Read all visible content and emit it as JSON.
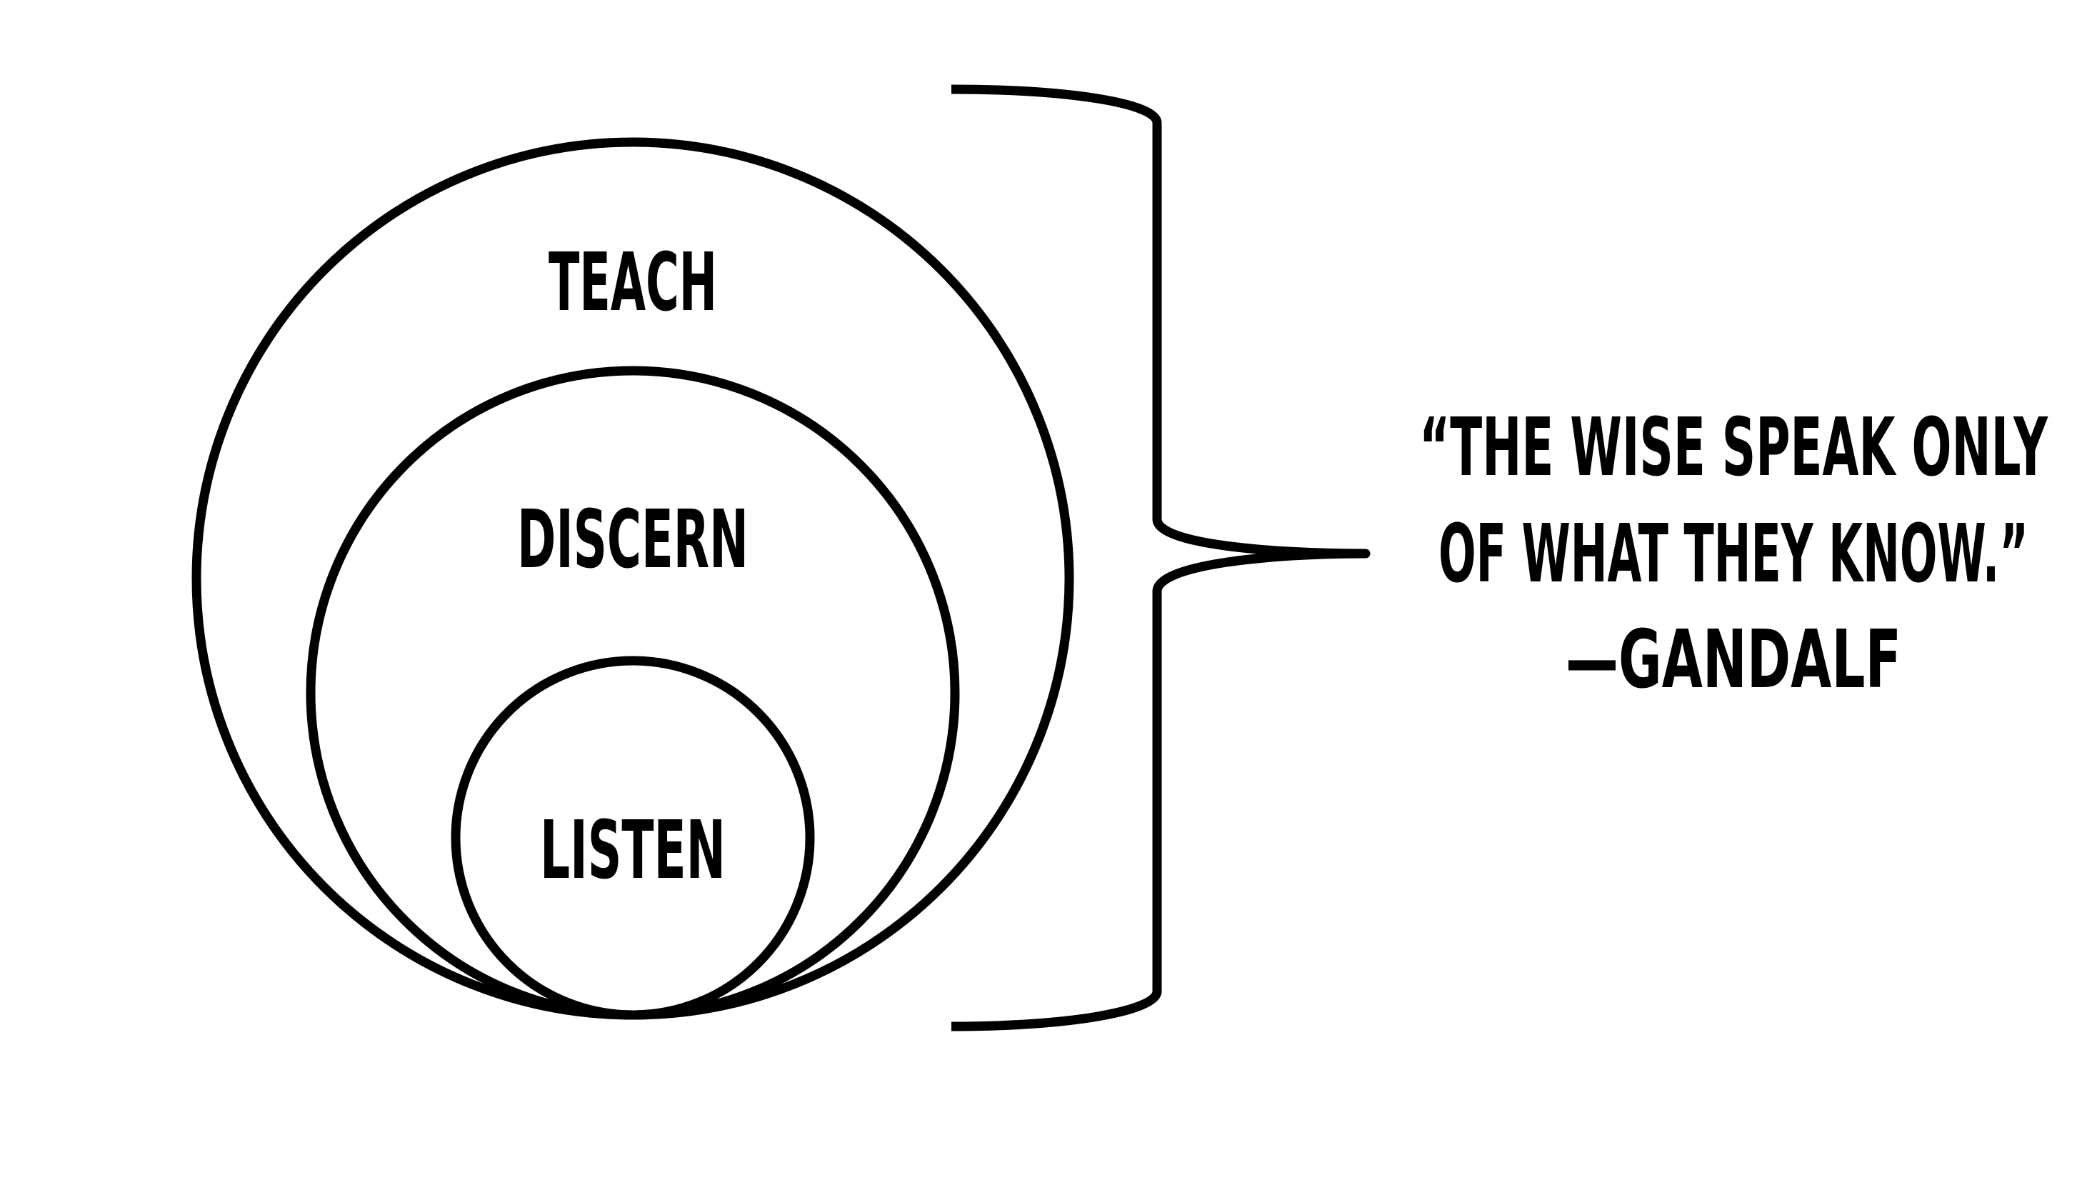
{
  "diagram": {
    "circles": [
      {
        "label": "TEACH"
      },
      {
        "label": "DISCERN"
      },
      {
        "label": "LISTEN"
      }
    ],
    "quote": {
      "line1": "“THE WISE SPEAK ONLY",
      "line2": "OF WHAT THEY KNOW.”",
      "attribution": "—GANDALF"
    }
  }
}
